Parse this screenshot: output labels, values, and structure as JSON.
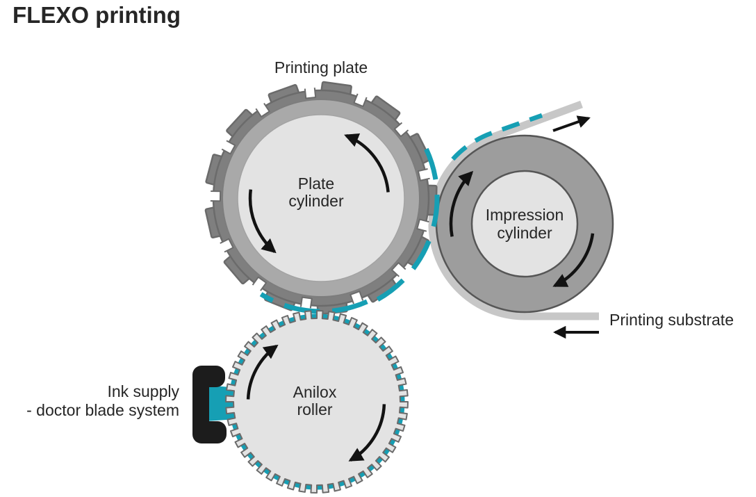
{
  "title": "FLEXO printing",
  "labels": {
    "printing_plate": "Printing plate",
    "plate_cylinder": [
      "Plate",
      "cylinder"
    ],
    "impression_cylinder": [
      "Impression",
      "cylinder"
    ],
    "anilox_roller": [
      "Anilox",
      "roller"
    ],
    "ink_supply": [
      "Ink supply",
      "- doctor blade system"
    ],
    "printing_substrate": "Printing substrate"
  },
  "arrows": {
    "plate_cylinder_rotation": "counterclockwise",
    "impression_cylinder_rotation": "clockwise",
    "anilox_roller_rotation": "clockwise",
    "substrate_in_direction": "left",
    "substrate_out_direction": "up-right"
  },
  "colors": {
    "ink_teal": "#169fb4",
    "gear_gray": "#7f7f7f",
    "gear_outline": "#6b6b6b",
    "ring_gray": "#a9a9a9",
    "ring_outline": "#7d7d7d",
    "core_gray": "#e3e3e3",
    "core_outline": "#a3a3a3",
    "impression_gray": "#9d9d9d",
    "impression_outline": "#565656",
    "substrate_gray": "#c7c7c7",
    "doctor_blade_black": "#1c1c1c",
    "arrow_black": "#121212",
    "text_black": "#262626",
    "background": "#ffffff"
  }
}
